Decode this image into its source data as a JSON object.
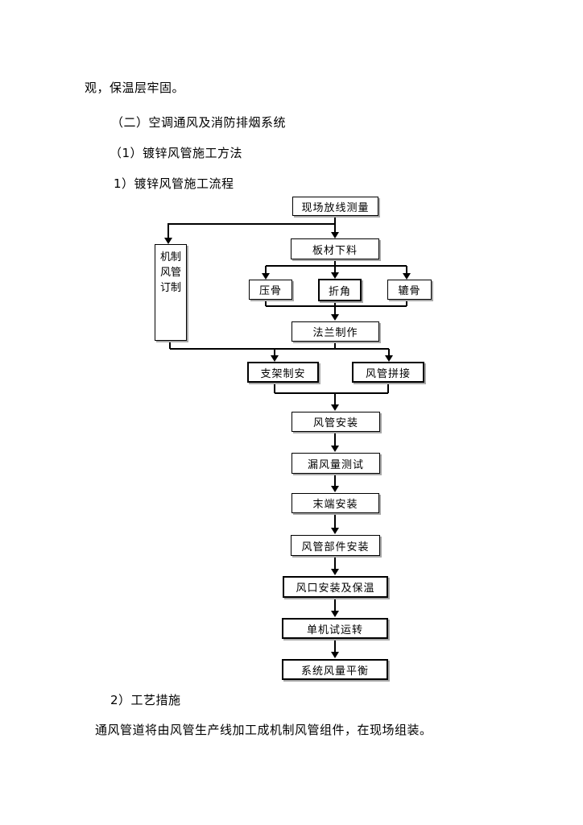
{
  "doc": {
    "line1": "观，保温层牢固。",
    "heading_section": "（二）空调通风及消防排烟系统",
    "heading_method": "（1）镀锌风管施工方法",
    "heading_flow": "1）镀锌风管施工流程",
    "heading_measures": "2）工艺措施",
    "paragraph_measures": "通风管道将由风管生产线加工成机制风管组件，在现场组装。"
  },
  "flowchart": {
    "nodes": {
      "site_survey": "现场放线测量",
      "machine_duct_order": "机制风管订制",
      "sheet_cutting": "板材下料",
      "rib_pressing": "压骨",
      "corner_folding": "折角",
      "seam_rolling": "辘骨",
      "flange_making": "法兰制作",
      "support_fabrication": "支架制安",
      "duct_joining": "风管拼接",
      "duct_installation": "风管安装",
      "leakage_test": "漏风量测试",
      "terminal_installation": "末端安装",
      "duct_parts_installation": "风管部件安装",
      "outlet_install_insulation": "风口安装及保温",
      "single_machine_test": "单机试运转",
      "system_air_balance": "系统风量平衡"
    }
  },
  "colors": {
    "background": "#ffffff",
    "line": "#000000",
    "box_border": "#000000",
    "box_shadow": "#a8a8a8",
    "text": "#000000"
  }
}
